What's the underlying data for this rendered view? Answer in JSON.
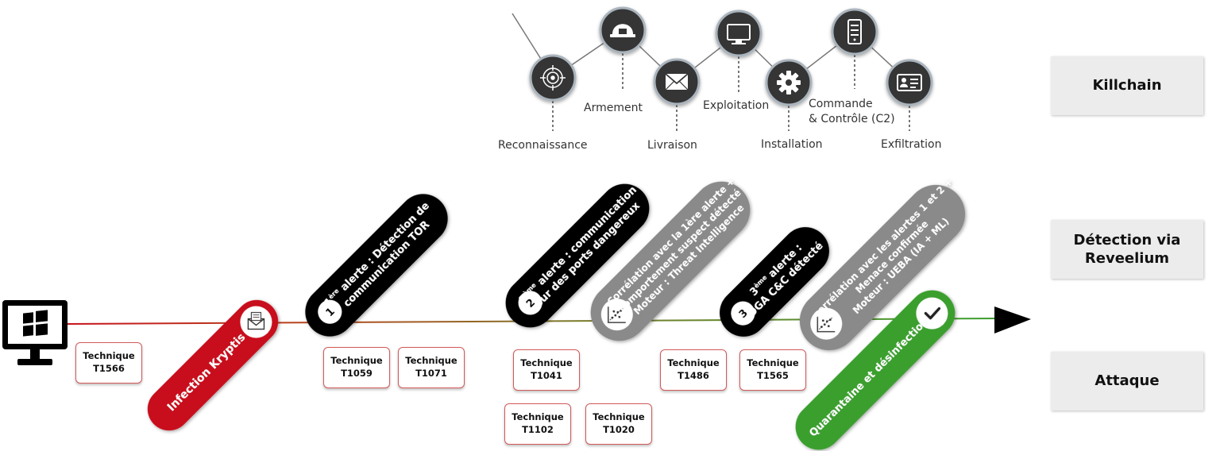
{
  "side_labels": {
    "killchain": "Killchain",
    "detection_line1": "Détection via",
    "detection_line2": "Reveelium",
    "attack": "Attaque"
  },
  "killchain": {
    "steps": [
      {
        "label": "Reconnaissance",
        "icon": "target-icon"
      },
      {
        "label": "Armement",
        "icon": "helmet-icon"
      },
      {
        "label": "Livraison",
        "icon": "envelope-icon"
      },
      {
        "label": "Exploitation",
        "icon": "monitor-icon"
      },
      {
        "label": "Installation",
        "icon": "gear-icon"
      },
      {
        "label": "Commande",
        "label_line2": "& Contrôle (C2)",
        "icon": "server-icon"
      },
      {
        "label": "Exfiltration",
        "icon": "id-card-icon"
      }
    ]
  },
  "colors": {
    "red": "#c8101a",
    "black": "#000000",
    "grey": "#8a8a8a",
    "green": "#3a9f2e",
    "icon_dark": "#353535"
  },
  "pills": {
    "infection": "Infection Kryptis",
    "alert1": {
      "number": "1",
      "sup": "ère",
      "line1": "alerte : Détection de",
      "line2": "communication TOR"
    },
    "alert2": {
      "number": "2",
      "sup": "ème",
      "line1": "alerte : communication",
      "line2": "sur des ports dangereux"
    },
    "correlation1": {
      "line1": "Corrélation avec la 1ère alerte +",
      "line2": "comportement suspect détecté",
      "line3": "Moteur : Threat Intelligence"
    },
    "alert3": {
      "number": "3",
      "sup": "ème",
      "line1": "alerte :",
      "line2": "DGA C&C détecté"
    },
    "correlation2": {
      "line1": "corrélation avec les alertes 1 et 2 +",
      "line2": "Menace confirmée",
      "line3": "Moteur : UEBA (IA + ML)"
    },
    "quarantine": "Quarantaine et désinfection"
  },
  "techniques": {
    "prefix": "Technique",
    "items": [
      "T1566",
      "T1059",
      "T1071",
      "T1041",
      "T1102",
      "T1020",
      "T1486",
      "T1565"
    ]
  }
}
